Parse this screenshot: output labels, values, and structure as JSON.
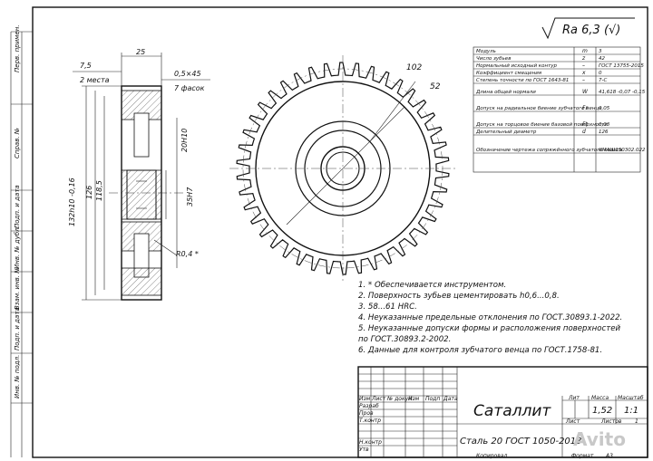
{
  "roughness": "Ra 6,3 (√)",
  "params_rows": [
    {
      "name": "Модуль",
      "sym": "m",
      "val": "3"
    },
    {
      "name": "Число зубьев",
      "sym": "z",
      "val": "42"
    },
    {
      "name": "Нормальный исходный контур",
      "sym": "–",
      "val": "ГОСТ 13755-2015"
    },
    {
      "name": "Коэффициент смещения",
      "sym": "x",
      "val": "0"
    },
    {
      "name": "Степень точности по ГОСТ 1643-81",
      "sym": "–",
      "val": "7-С"
    },
    {
      "name": "Длина общей нормали",
      "sym": "W",
      "val": "41,618 -0,07 -0,15"
    },
    {
      "name": "Допуск на радиальное биение зубчатого венца",
      "sym": "Fr",
      "val": "0,05"
    },
    {
      "name": "Допуск на торцовое биение базовой поверхности",
      "sym": "Ft",
      "val": "0,03"
    },
    {
      "name": "Делительный диаметр",
      "sym": "d",
      "val": "126"
    },
    {
      "name": "Обозначение чертежа сопряжённого зубчатого колеса",
      "sym": "",
      "val": "КМАШ150302.022"
    }
  ],
  "dims": {
    "d25": "25",
    "d75": "7,5",
    "places": "2 места",
    "chamfer": "0,5×45",
    "chamfer_n": "7 фасок",
    "d20h10": "20Н10",
    "d35h7": "35Н7",
    "r04": "R0,4 *",
    "d132": "132h10 -0,16",
    "d126": "126",
    "d1185": "118,5",
    "r102": "102",
    "r52": "52"
  },
  "notes": [
    "1. * Обеспечивается инструментом.",
    "2. Поверхность зубьев цементировать h0,6...0,8.",
    "3. 58...61 HRC.",
    "4. Неуказанные предельные отклонения по ГОСТ.30893.1-2022.",
    "5. Неуказанные допуски формы и расположения поверхностей",
    "по ГОСТ.30893.2-2002.",
    "6. Данные для контроля зубчатого венца по ГОСТ.1758-81."
  ],
  "stamp": {
    "title": "Саталлит",
    "material": "Сталь 20 ГОСТ 1050-2013",
    "lit_h": "Лит",
    "mass_h": "Масса",
    "scale_h": "Масштаб",
    "mass": "1,52",
    "scale": "1:1",
    "sheet": "Лист",
    "sheets": "Листов",
    "sheets_n": "1",
    "izm": "Изм",
    "list": "Лист",
    "doc": "№ докум.",
    "podp": "Подп",
    "date": "Дата",
    "razrab": "Разраб",
    "prov": "Пров",
    "tkontr": "Т.контр",
    "nkontr": "Н.контр",
    "utv": "Утв",
    "kopir": "Копировал",
    "format": "Формат",
    "format_v": "А3"
  },
  "side": [
    "Перв. примен.",
    "Справ. №",
    "Подп. и дата",
    "Инв. № дубл.",
    "Взам. инв. №",
    "Подп. и дата",
    "Инв. № подл."
  ],
  "watermark": "Avito"
}
